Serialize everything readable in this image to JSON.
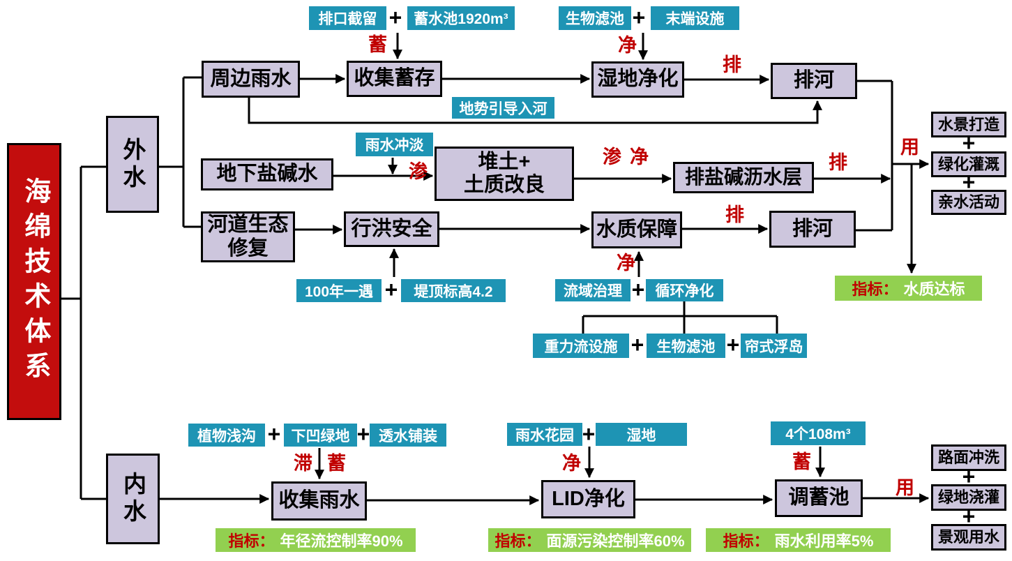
{
  "colors": {
    "root-red": "#c30d0d",
    "node-fill": "#cdc6dd",
    "teal": "#1e94b4",
    "green": "#92d050",
    "flow-red": "#c00000"
  },
  "root": {
    "title": "海绵技术体系"
  },
  "branches": {
    "external": "外水",
    "internal": "内水"
  },
  "plus": "+",
  "flow": {
    "store": "蓄",
    "purify": "净",
    "drain": "排",
    "seep": "渗",
    "use": "用",
    "detain": "滞"
  },
  "external": {
    "row1": {
      "source": "周边雨水",
      "collect": "收集蓄存",
      "purify": "湿地净化",
      "discharge": "排河",
      "collect_inputs": [
        "排口截留",
        "蓄水池1920m³"
      ],
      "purify_inputs": [
        "生物滤池",
        "末端设施"
      ],
      "bypass": "地势引导入河"
    },
    "row2": {
      "source": "地下盐碱水",
      "treat_line1": "堆土+",
      "treat_line2": "土质改良",
      "drain": "排盐碱沥水层",
      "input": "雨水冲淡"
    },
    "row3": {
      "source_line1": "河道生态",
      "source_line2": "修复",
      "flood": "行洪安全",
      "quality": "水质保障",
      "discharge": "排河",
      "flood_inputs": [
        "100年一遇",
        "堤顶标高4.2"
      ],
      "quality_inputs": [
        "流域治理",
        "循环净化"
      ],
      "quality_sub_inputs": [
        "重力流设施",
        "生物滤池",
        "帘式浮岛"
      ]
    },
    "uses": [
      "水景打造",
      "绿化灌溉",
      "亲水活动"
    ],
    "indicator": {
      "label": "指标：",
      "value": "水质达标"
    }
  },
  "internal": {
    "collect": "收集雨水",
    "lid": "LID净化",
    "tank": "调蓄池",
    "collect_inputs": [
      "植物浅沟",
      "下凹绿地",
      "透水铺装"
    ],
    "lid_inputs": [
      "雨水花园",
      "湿地"
    ],
    "tank_input": "4个108m³",
    "uses": [
      "路面冲洗",
      "绿地浇灌",
      "景观用水"
    ],
    "collect_indicator": {
      "label": "指标：",
      "value": "年径流控制率90%"
    },
    "lid_indicator": {
      "label": "指标：",
      "value": "面源污染控制率60%"
    },
    "tank_indicator": {
      "label": "指标：",
      "value": "雨水利用率5%"
    }
  }
}
